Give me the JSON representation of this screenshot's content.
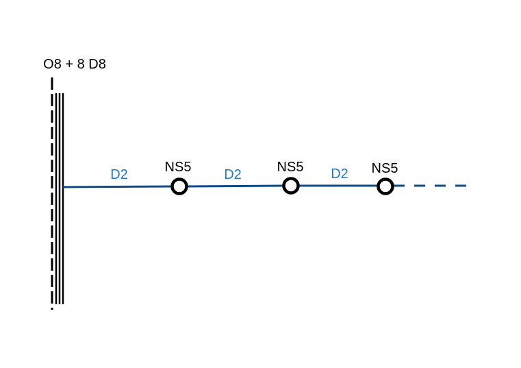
{
  "diagram": {
    "trunk_label": "O8 + 8 D8",
    "segment_labels": [
      "D2",
      "D2",
      "D2"
    ],
    "node_labels": [
      "NS5",
      "NS5",
      "NS5"
    ],
    "colors": {
      "black": "#000000",
      "line_blue": "#0d4a8a",
      "label_blue": "#1f78c8",
      "node_fill": "#ffffff"
    }
  }
}
